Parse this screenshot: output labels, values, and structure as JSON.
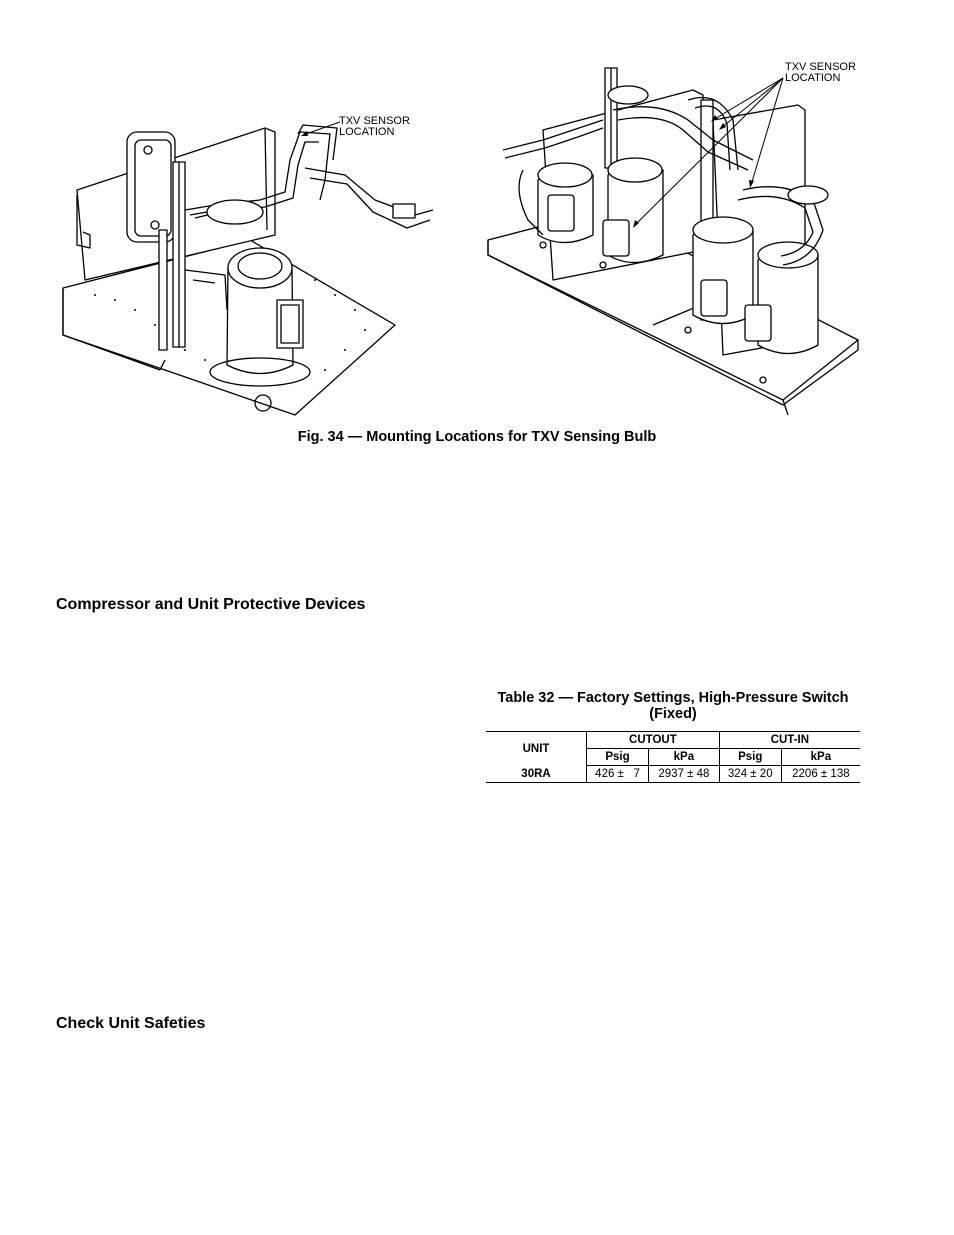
{
  "figure": {
    "caption": "Fig. 34 — Mounting Locations for TXV Sensing Bulb",
    "callout_left": "TXV SENSOR\nLOCATION",
    "callout_right": "TXV SENSOR\nLOCATION"
  },
  "sections": {
    "protective_devices": "Compressor and Unit Protective Devices",
    "check_safeties": "Check Unit Safeties"
  },
  "table": {
    "title": "Table 32 — Factory Settings, High-Pressure Switch (Fixed)",
    "unit_header": "UNIT",
    "group_cutout": "CUTOUT",
    "group_cutin": "CUT-IN",
    "sub_headers": [
      "Psig",
      "kPa",
      "Psig",
      "kPa"
    ],
    "rows": [
      {
        "unit": "30RA",
        "cutout_psig": "426 ±   7",
        "cutout_kpa": "2937 ± 48",
        "cutin_psig": "324 ± 20",
        "cutin_kpa": "2206 ± 138"
      }
    ]
  }
}
